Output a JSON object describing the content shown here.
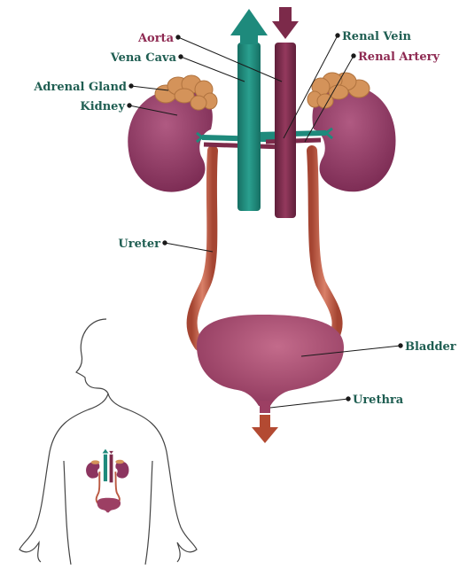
{
  "diagram": {
    "labels": {
      "aorta": "Aorta",
      "vena_cava": "Vena Cava",
      "adrenal_gland": "Adrenal Gland",
      "kidney": "Kidney",
      "ureter": "Ureter",
      "renal_vein": "Renal Vein",
      "renal_artery": "Renal Artery",
      "bladder": "Bladder",
      "urethra": "Urethra"
    },
    "colors": {
      "label_teal": "#1f5e52",
      "label_magenta": "#8e2a52",
      "vena_cava": "#1e8a7c",
      "aorta": "#7c2a4a",
      "kidney": "#8c3560",
      "adrenal": "#d4935a",
      "ureter": "#bb5a43",
      "bladder": "#9c3f63",
      "arrow_down": "#b34a32",
      "silhouette_stroke": "#444444"
    }
  }
}
